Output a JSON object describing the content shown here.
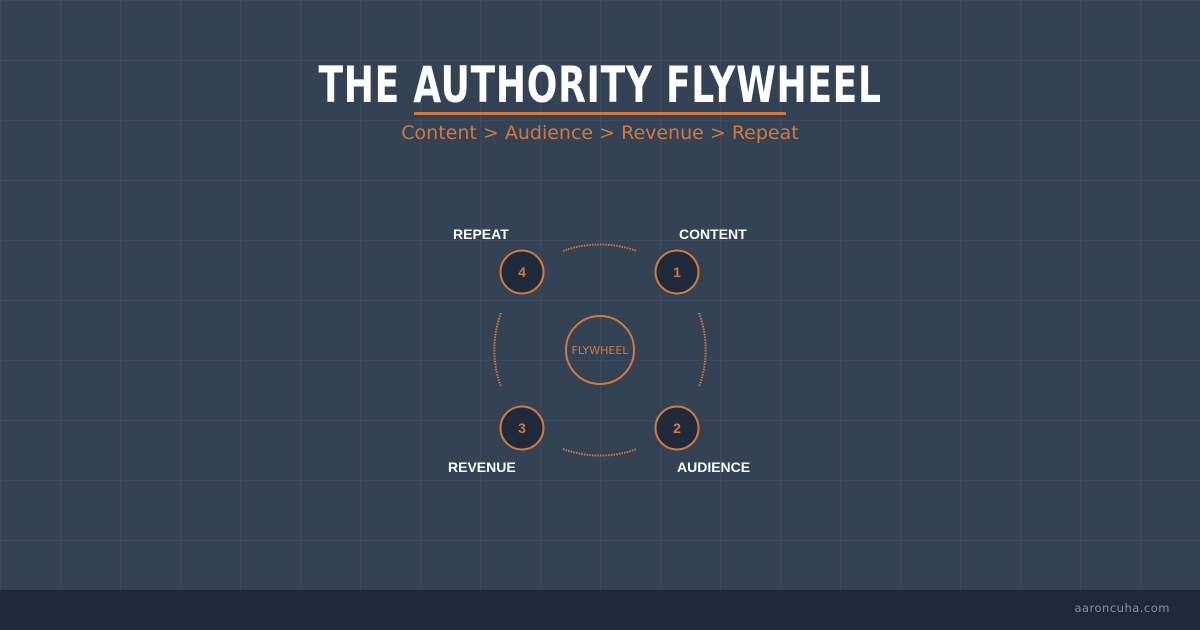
{
  "header": {
    "title": "THE AUTHORITY FLYWHEEL",
    "subtitle": "Content > Audience > Revenue > Repeat"
  },
  "diagram": {
    "center_label": "FLYWHEEL",
    "steps": [
      {
        "number": "1",
        "label": "CONTENT"
      },
      {
        "number": "2",
        "label": "AUDIENCE"
      },
      {
        "number": "3",
        "label": "REVENUE"
      },
      {
        "number": "4",
        "label": "REPEAT"
      }
    ]
  },
  "footer": {
    "site": "aaroncuha.com"
  },
  "colors": {
    "background": "#344256",
    "accent": "#d4793d",
    "node_fill": "#1f2a3d",
    "footer": "#1f293b",
    "text": "#ffffff"
  }
}
